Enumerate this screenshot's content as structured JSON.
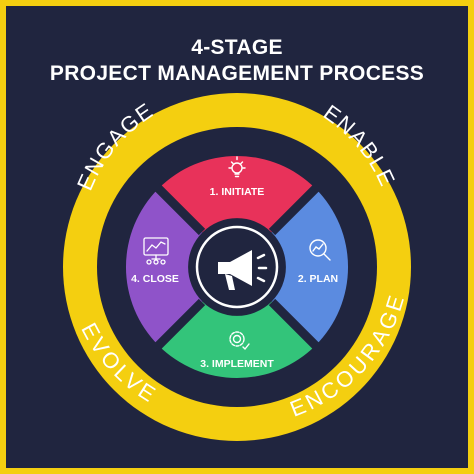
{
  "title_line1": "4-STAGE",
  "title_line2": "PROJECT MANAGEMENT PROCESS",
  "ring_labels": {
    "engage": "ENGAGE",
    "enable": "ENABLE",
    "encourage": "ENCOURAGE",
    "evolve": "EVOLVE"
  },
  "stages": {
    "initiate": {
      "label": "1. INITIATE",
      "icon": "lightbulb-icon",
      "color": "#e8325a"
    },
    "plan": {
      "label": "2. PLAN",
      "icon": "magnifier-chart-icon",
      "color": "#5b8be0"
    },
    "implement": {
      "label": "3. IMPLEMENT",
      "icon": "gear-check-icon",
      "color": "#33c47a"
    },
    "close": {
      "label": "4. CLOSE",
      "icon": "dashboard-icon",
      "color": "#8f53c9"
    }
  },
  "center_icon": "megaphone-icon",
  "colors": {
    "background": "#20253f",
    "ring": "#f4cf10",
    "border": "#f4cf10"
  }
}
